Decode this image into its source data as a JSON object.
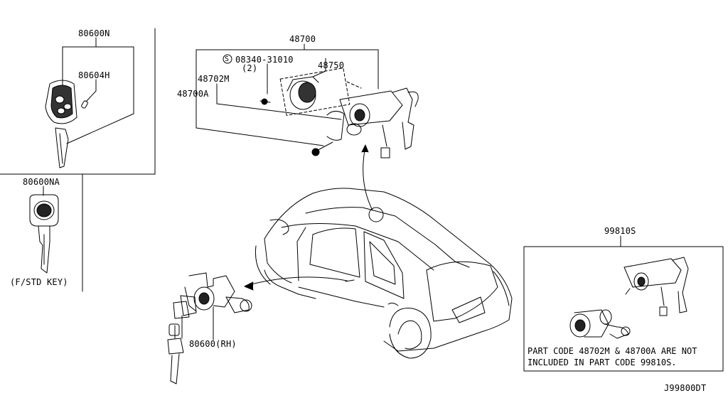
{
  "parts": {
    "key_set": "80600N",
    "key_plate": "80604H",
    "std_key": "80600NA",
    "std_key_note": "(F/STD KEY)",
    "steering_lock": "48700",
    "bolt_code": "08340-31010",
    "bolt_qty": "(2)",
    "bolt_symbol": "S",
    "ignition_switch": "48750",
    "lock_cyl_m": "48702M",
    "lock_cyl_a": "48700A",
    "door_lock_rh": "80600(RH)",
    "cylinder_set": "99810S"
  },
  "note": {
    "line1": "PART CODE 48702M & 48700A ARE NOT",
    "line2": "INCLUDED IN PART CODE 99810S."
  },
  "diagram_code": "J99800DT"
}
